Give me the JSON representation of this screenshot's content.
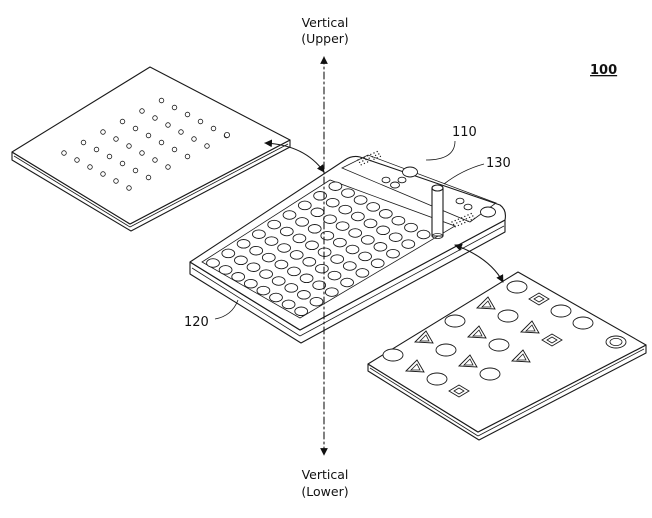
{
  "figure": {
    "reference_number": "100",
    "axis_top_label_line1": "Vertical",
    "axis_top_label_line2": "(Upper)",
    "axis_bottom_label_line1": "Vertical",
    "axis_bottom_label_line2": "(Lower)",
    "callout_110": "110",
    "callout_120": "120",
    "callout_130": "130"
  }
}
